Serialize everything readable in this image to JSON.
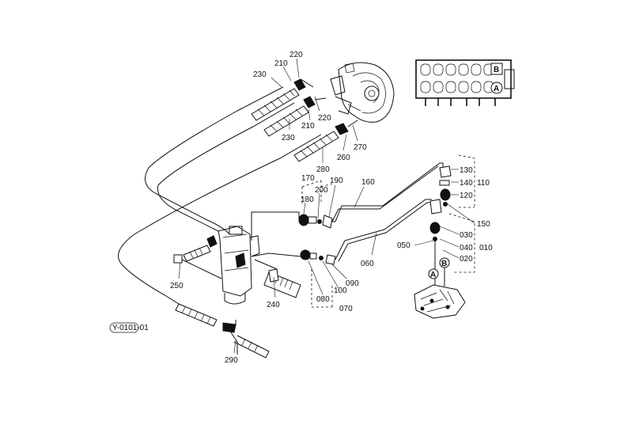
{
  "diagram": {
    "part_labels": [
      "230",
      "210",
      "220",
      "210",
      "220",
      "230",
      "270",
      "260",
      "280",
      "170",
      "200",
      "190",
      "180",
      "160",
      "130",
      "140",
      "110",
      "120",
      "150",
      "050",
      "030",
      "040",
      "010",
      "020",
      "250",
      "240",
      "080",
      "100",
      "090",
      "070",
      "060",
      "290"
    ],
    "markers": {
      "a": "A",
      "b": "B"
    },
    "ref_code": "Y-0101-01"
  }
}
